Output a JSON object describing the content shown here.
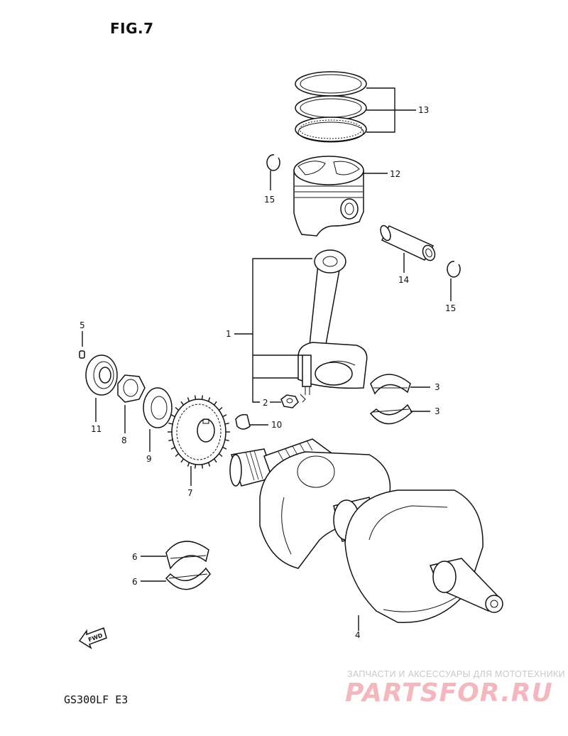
{
  "figure": {
    "title": "FIG.7",
    "model_code": "GS300LF E3"
  },
  "callouts": [
    {
      "id": "c1",
      "label": "1"
    },
    {
      "id": "c2",
      "label": "2"
    },
    {
      "id": "c3a",
      "label": "3"
    },
    {
      "id": "c3b",
      "label": "3"
    },
    {
      "id": "c4",
      "label": "4"
    },
    {
      "id": "c5",
      "label": "5"
    },
    {
      "id": "c6a",
      "label": "6"
    },
    {
      "id": "c6b",
      "label": "6"
    },
    {
      "id": "c7",
      "label": "7"
    },
    {
      "id": "c8",
      "label": "8"
    },
    {
      "id": "c9",
      "label": "9"
    },
    {
      "id": "c10",
      "label": "10"
    },
    {
      "id": "c11",
      "label": "11"
    },
    {
      "id": "c12",
      "label": "12"
    },
    {
      "id": "c13",
      "label": "13"
    },
    {
      "id": "c14",
      "label": "14"
    },
    {
      "id": "c15a",
      "label": "15"
    },
    {
      "id": "c15b",
      "label": "15"
    }
  ],
  "fwd_arrow_label": "FWD",
  "watermark": {
    "subtitle": "ЗАПЧАСТИ И АКСЕССУАРЫ ДЛЯ МОТОТЕХНИКИ",
    "logo": "PARTSFOR.RU",
    "color": "#f3b7bd"
  }
}
